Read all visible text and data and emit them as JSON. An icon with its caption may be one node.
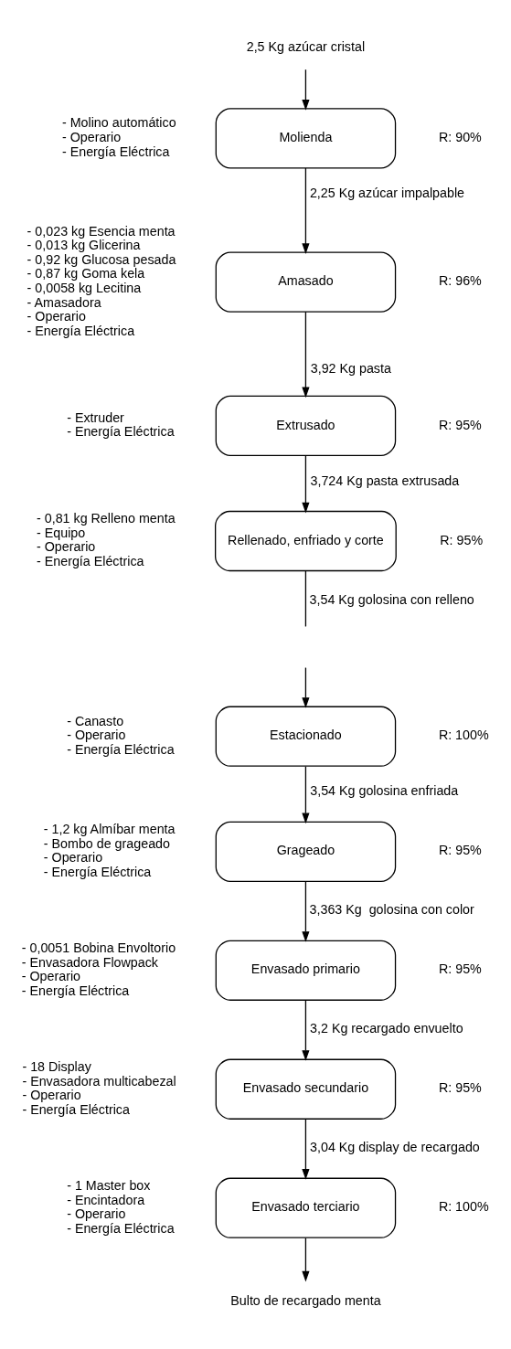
{
  "diagram": {
    "nodes": [
      {
        "text": [
          "2,5 Kg azúcar cristal"
        ]
      },
      {
        "text": [
          "Molienda"
        ],
        "beside": [
          "- Molino automático",
          "- Operario",
          "- Energía Eléctrica",
          "R: 90%"
        ]
      },
      {
        "text": [
          "Amasado"
        ],
        "beside": [
          "- 0,023 kg Esencia menta",
          "- 0,013 kg Glicerina",
          "- 0,92 kg Glucosa pesada",
          "- 0,87 kg Goma kela",
          "- 0,0058 kg Lecitina",
          "- Amasadora",
          "- Operario",
          "- Energía Eléctrica",
          "R: 96%"
        ]
      },
      {
        "text": [
          "Extrusado"
        ],
        "beside": [
          "- Extruder",
          "- Energía Eléctrica",
          "R: 95%"
        ]
      },
      {
        "text": [
          "Rellenado, enfriado y corte"
        ],
        "beside": [
          "- 0,81 kg Relleno menta",
          "- Equipo",
          "- Operario",
          "- Energía Eléctrica",
          "R: 95%"
        ]
      },
      {
        "text": [
          "Estacionado"
        ],
        "beside": [
          "- Canasto",
          "- Operario",
          "- Energía Eléctrica",
          "R: 100%"
        ]
      },
      {
        "text": [
          "Grageado"
        ],
        "beside": [
          "- 1,2 kg Almíbar menta",
          "- Bombo de grageado",
          "- Operario",
          "- Energía Eléctrica",
          "R: 95%"
        ]
      },
      {
        "text": [
          "Envasado primario"
        ],
        "beside": [
          "- 0,0051 Bobina Envoltorio",
          "- Envasadora Flowpack",
          "- Operario",
          "- Energía Eléctrica",
          "R: 95%"
        ]
      },
      {
        "text": [
          "Envasado secundario"
        ],
        "beside": [
          "- 18 Display",
          "- Envasadora multicabezal",
          "- Operario",
          "- Energía Eléctrica",
          "R: 95%"
        ]
      },
      {
        "text": [
          "Envasado terciario"
        ],
        "beside": [
          "- 1 Master box",
          "- Encintadora",
          "- Operario",
          "- Energía Eléctrica",
          "R: 100%"
        ]
      },
      {
        "text": [
          "Bulto de recargado menta"
        ]
      }
    ],
    "edges": [
      {
        "from": 0,
        "to": 1,
        "arrow": "to"
      },
      {
        "from": 1,
        "to": 2,
        "arrow": "to",
        "label": "2,25 Kg azúcar impalpable"
      },
      {
        "from": 2,
        "to": 3,
        "arrow": "to",
        "label": "3,92 Kg pasta"
      },
      {
        "from": 3,
        "to": 4,
        "arrow": "to",
        "label": "3,724 Kg pasta extrusada"
      },
      {
        "from": 4,
        "to": null,
        "arrow": "none",
        "label": "3,54 Kg golosina con relleno"
      },
      {
        "from": null,
        "to": 5,
        "arrow": "to"
      },
      {
        "from": 5,
        "to": 6,
        "arrow": "to",
        "label": "3,54 Kg golosina enfriada"
      },
      {
        "from": 6,
        "to": 7,
        "arrow": "to",
        "label": "3,363 Kg  golosina con color"
      },
      {
        "from": 7,
        "to": 8,
        "arrow": "to",
        "label": "3,2 Kg recargado envuelto"
      },
      {
        "from": 8,
        "to": 9,
        "arrow": "to",
        "label": "3,04 Kg display de recargado"
      },
      {
        "from": 9,
        "to": 10,
        "arrow": "to"
      }
    ]
  }
}
